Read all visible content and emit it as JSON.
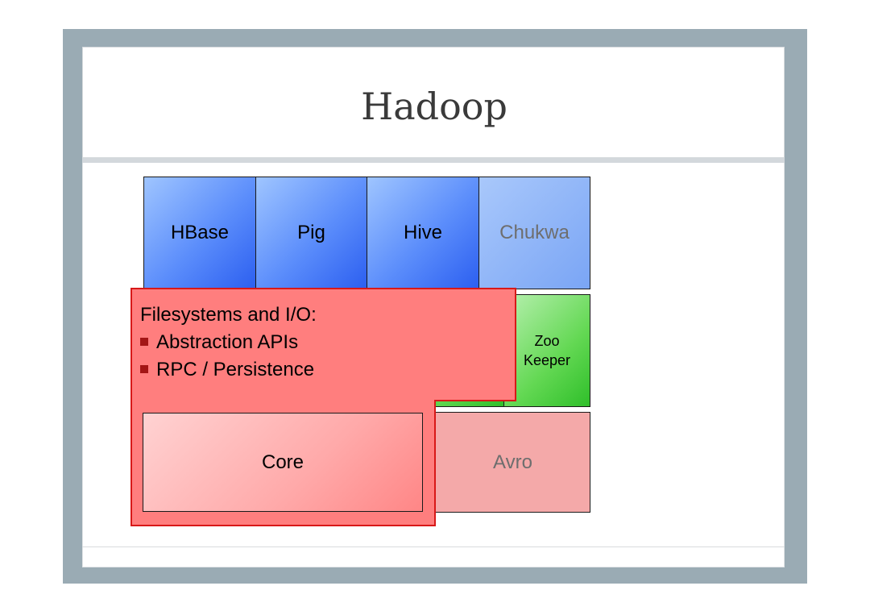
{
  "slide": {
    "title": "Hadoop"
  },
  "diagram": {
    "top_row": [
      "HBase",
      "Pig",
      "Hive",
      "Chukwa"
    ],
    "zookeeper_line1": "Zoo",
    "zookeeper_line2": "Keeper",
    "avro": "Avro",
    "core": "Core",
    "overlay": {
      "heading": "Filesystems and I/O:",
      "bullets": [
        "Abstraction APIs",
        "RPC / Persistence"
      ]
    }
  },
  "colors": {
    "frame": "#9aabb4",
    "overlay_fill": "#ff7e7e",
    "overlay_border": "#d81919",
    "blue_box": "#5b8dfb",
    "green_box": "#63d853",
    "pink_box": "#f4a9a9"
  }
}
